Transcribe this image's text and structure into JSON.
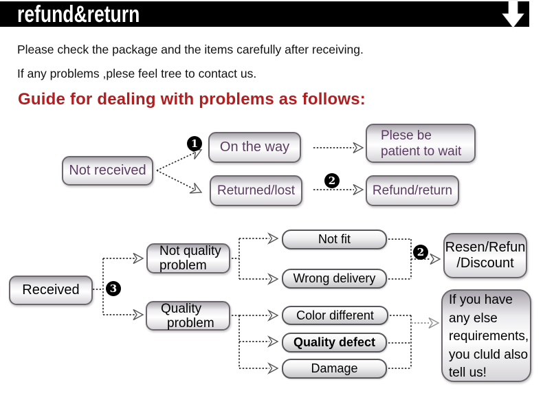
{
  "header": {
    "title": "refund&return",
    "bar_color": "#000000",
    "arrow_icon": "down-arrow"
  },
  "intro": {
    "line1": "Please check the package and the items carefully after receiving.",
    "line2": "If any problems ,plese feel tree to contact us.",
    "heading": "Guide for dealing with problems as follows:",
    "heading_color": "#b01e20"
  },
  "flow1": {
    "not_received": "Not received",
    "on_the_way": "On the way",
    "returned_lost": "Returned/lost",
    "plese_wait_line1": "Plese be",
    "plese_wait_line2": "patient to wait",
    "refund_return": "Refund/return",
    "text_color": "#5b3b62"
  },
  "flow2": {
    "received": "Received",
    "not_quality_line1": "Not quality",
    "not_quality_line2": "problem",
    "quality_line1": "Quality",
    "quality_line2": "problem",
    "not_fit": "Not fit",
    "wrong_delivery": "Wrong delivery",
    "color_different": "Color different",
    "quality_defect": "Quality defect",
    "damage": "Damage",
    "resen_line1": "Resen/Refun",
    "resen_line2": "/Discount",
    "note_line1": "If you have",
    "note_line2": "any else",
    "note_line3": "requirements,",
    "note_line4": "you cluld also",
    "note_line5": "tell us!",
    "text_color": "#000000"
  },
  "badges": {
    "b1": "1",
    "b2": "2",
    "b3": "3",
    "b2b": "2"
  }
}
